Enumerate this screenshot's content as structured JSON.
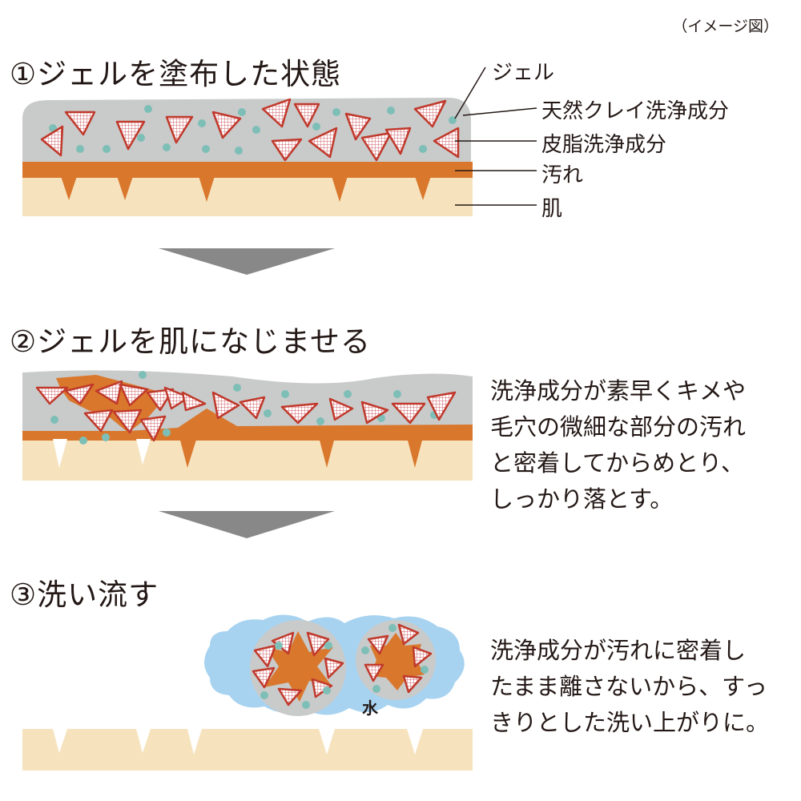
{
  "note": "（イメージ図）",
  "steps": {
    "s1": {
      "title": "①ジェルを塗布した状態"
    },
    "s2": {
      "title": "②ジェルを肌になじませる"
    },
    "s3": {
      "title": "③洗い流す"
    }
  },
  "labels": {
    "gel": "ジェル",
    "clay": "天然クレイ洗浄成分",
    "sebum": "皮脂洗浄成分",
    "dirt": "汚れ",
    "skin": "肌"
  },
  "desc2": [
    "洗浄成分が素早くキメや",
    "毛穴の微細な部分の汚れ",
    "と密着してからめとり、",
    "しっかり落とす。"
  ],
  "desc3": [
    "洗浄成分が汚れに密着し",
    "たまま離さないから、すっ",
    "きりとした洗い上がりに。"
  ],
  "water_label": "水",
  "colors": {
    "gel": "#c9caca",
    "dirt": "#d9782d",
    "skin": "#f6e3be",
    "dot": "#7dbfb7",
    "triangle": "#c0392b",
    "arrow": "#888888",
    "water": "#a7d3f0"
  },
  "icons": [
    "sebum-cleanser-triangle",
    "clay-cleanser-dot",
    "down-arrow"
  ]
}
